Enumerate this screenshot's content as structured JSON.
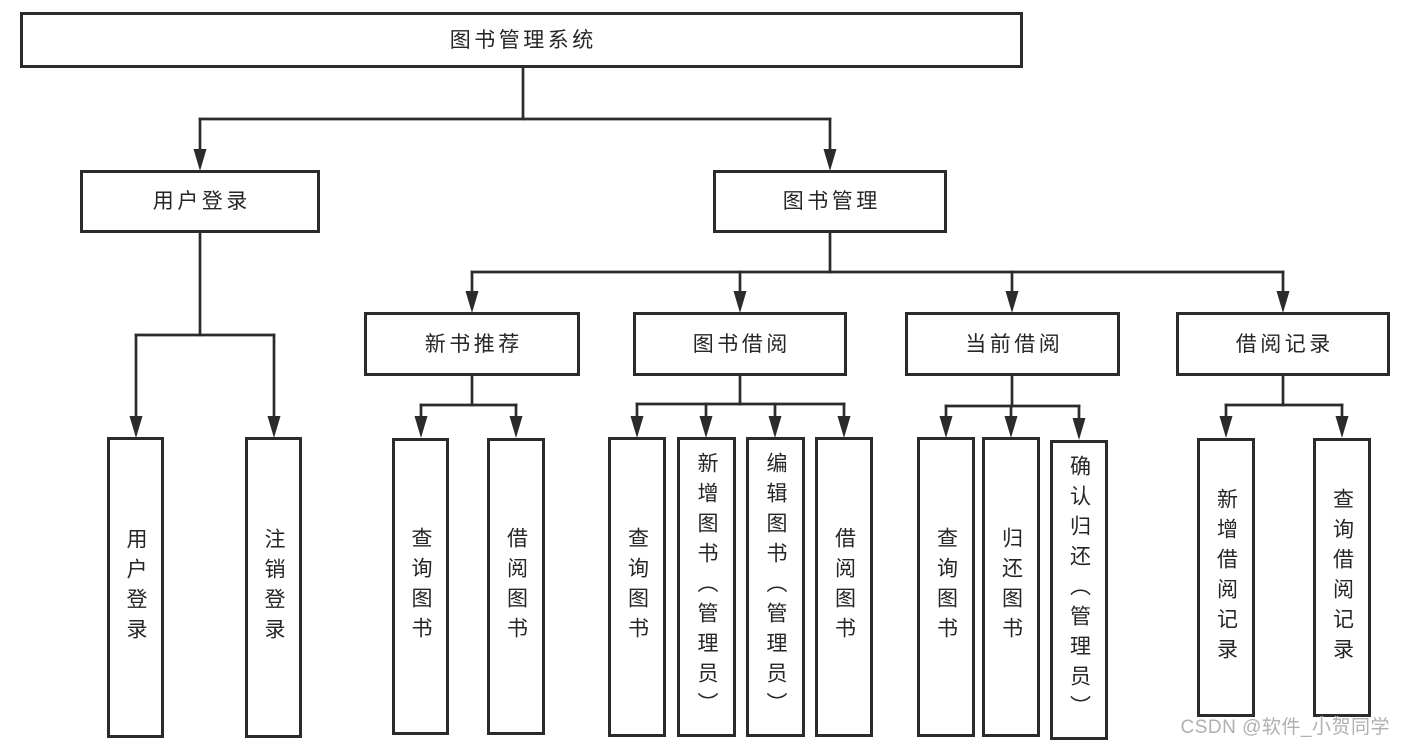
{
  "watermark": "CSDN @软件_小贺同学",
  "colors": {
    "line": "#2b2b2b",
    "box_border": "#2b2b2b",
    "box_fill": "#ffffff",
    "text": "#262626",
    "watermark": "#b0b0b0",
    "background": "#ffffff"
  },
  "tree": {
    "root": {
      "label": "图书管理系统",
      "children": [
        {
          "label": "用户登录",
          "children": [
            {
              "label": "用户登录"
            },
            {
              "label": "注销登录"
            }
          ]
        },
        {
          "label": "图书管理",
          "children": [
            {
              "label": "新书推荐",
              "children": [
                {
                  "label": "查询图书"
                },
                {
                  "label": "借阅图书"
                }
              ]
            },
            {
              "label": "图书借阅",
              "children": [
                {
                  "label": "查询图书"
                },
                {
                  "label": "新增图书（管理员）"
                },
                {
                  "label": "编辑图书（管理员）"
                },
                {
                  "label": "借阅图书"
                }
              ]
            },
            {
              "label": "当前借阅",
              "children": [
                {
                  "label": "查询图书"
                },
                {
                  "label": "归还图书"
                },
                {
                  "label": "确认归还（管理员）"
                }
              ]
            },
            {
              "label": "借阅记录",
              "children": [
                {
                  "label": "新增借阅记录"
                },
                {
                  "label": "查询借阅记录"
                }
              ]
            }
          ]
        }
      ]
    }
  }
}
